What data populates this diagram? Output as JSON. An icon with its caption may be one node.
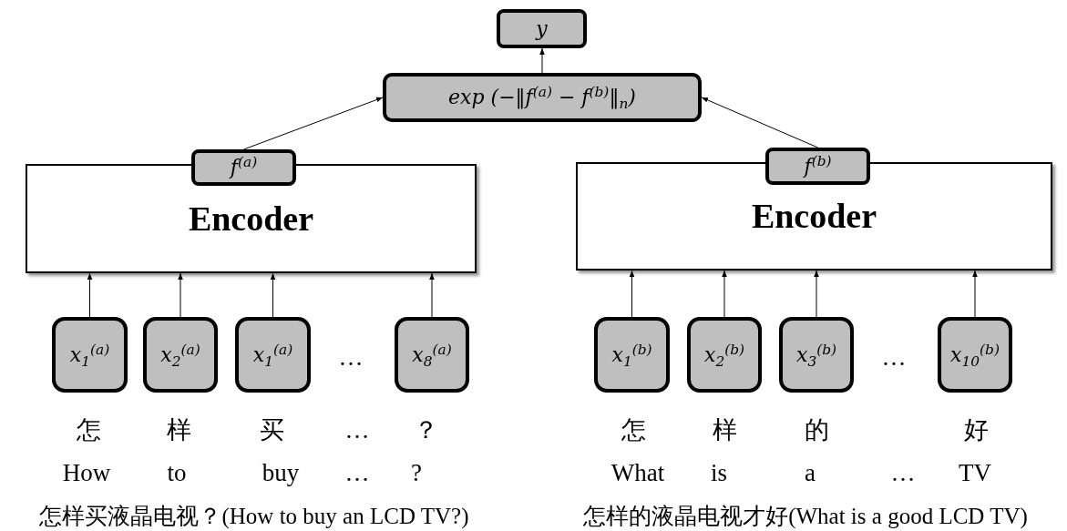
{
  "diagram": {
    "nodes": [
      {
        "text": [
          "y"
        ]
      },
      {
        "text": [
          "exp (−‖f$^{(a)}$ − f$^{(b)}$‖$_{n}$)"
        ]
      },
      {
        "text": [
          "f$^{(a)}$"
        ]
      },
      {
        "text": [
          "Encoder"
        ]
      },
      {
        "text": [
          "f$^{(b)}$"
        ]
      },
      {
        "text": [
          "Encoder"
        ]
      },
      {
        "text": [
          "x$_{1}$$^{(a)}$"
        ]
      },
      {
        "text": [
          "x$_{2}$$^{(a)}$"
        ]
      },
      {
        "text": [
          "x$_{1}$$^{(a)}$"
        ]
      },
      {
        "text": [
          "x$_{8}$$^{(a)}$"
        ]
      },
      {
        "text": [
          "x$_{1}$$^{(b)}$"
        ]
      },
      {
        "text": [
          "x$_{2}$$^{(b)}$"
        ]
      },
      {
        "text": [
          "x$_{3}$$^{(b)}$"
        ]
      },
      {
        "text": [
          "x$_{10}$$^{(b)}$"
        ]
      }
    ],
    "edges": [
      {
        "from": 1,
        "to": 0,
        "arrow": "to"
      },
      {
        "from": 2,
        "to": 1,
        "arrow": "to"
      },
      {
        "from": 4,
        "to": 1,
        "arrow": "to"
      },
      {
        "from": 6,
        "to": 3,
        "arrow": "to"
      },
      {
        "from": 7,
        "to": 3,
        "arrow": "to"
      },
      {
        "from": 8,
        "to": 3,
        "arrow": "to"
      },
      {
        "from": 9,
        "to": 3,
        "arrow": "to"
      },
      {
        "from": 10,
        "to": 5,
        "arrow": "to"
      },
      {
        "from": 11,
        "to": 5,
        "arrow": "to"
      },
      {
        "from": 12,
        "to": 5,
        "arrow": "to"
      },
      {
        "from": 13,
        "to": 5,
        "arrow": "to"
      }
    ],
    "labels": [
      "…",
      "…",
      "怎",
      "样",
      "买",
      "…",
      "？",
      "怎",
      "样",
      "的",
      "好",
      "How",
      "to",
      "buy",
      "…",
      "?",
      "What",
      "is",
      "a",
      "…",
      "TV",
      "怎样买液晶电视？(How to buy an LCD TV?)",
      "怎样的液晶电视才好(What is a good LCD TV)"
    ]
  }
}
